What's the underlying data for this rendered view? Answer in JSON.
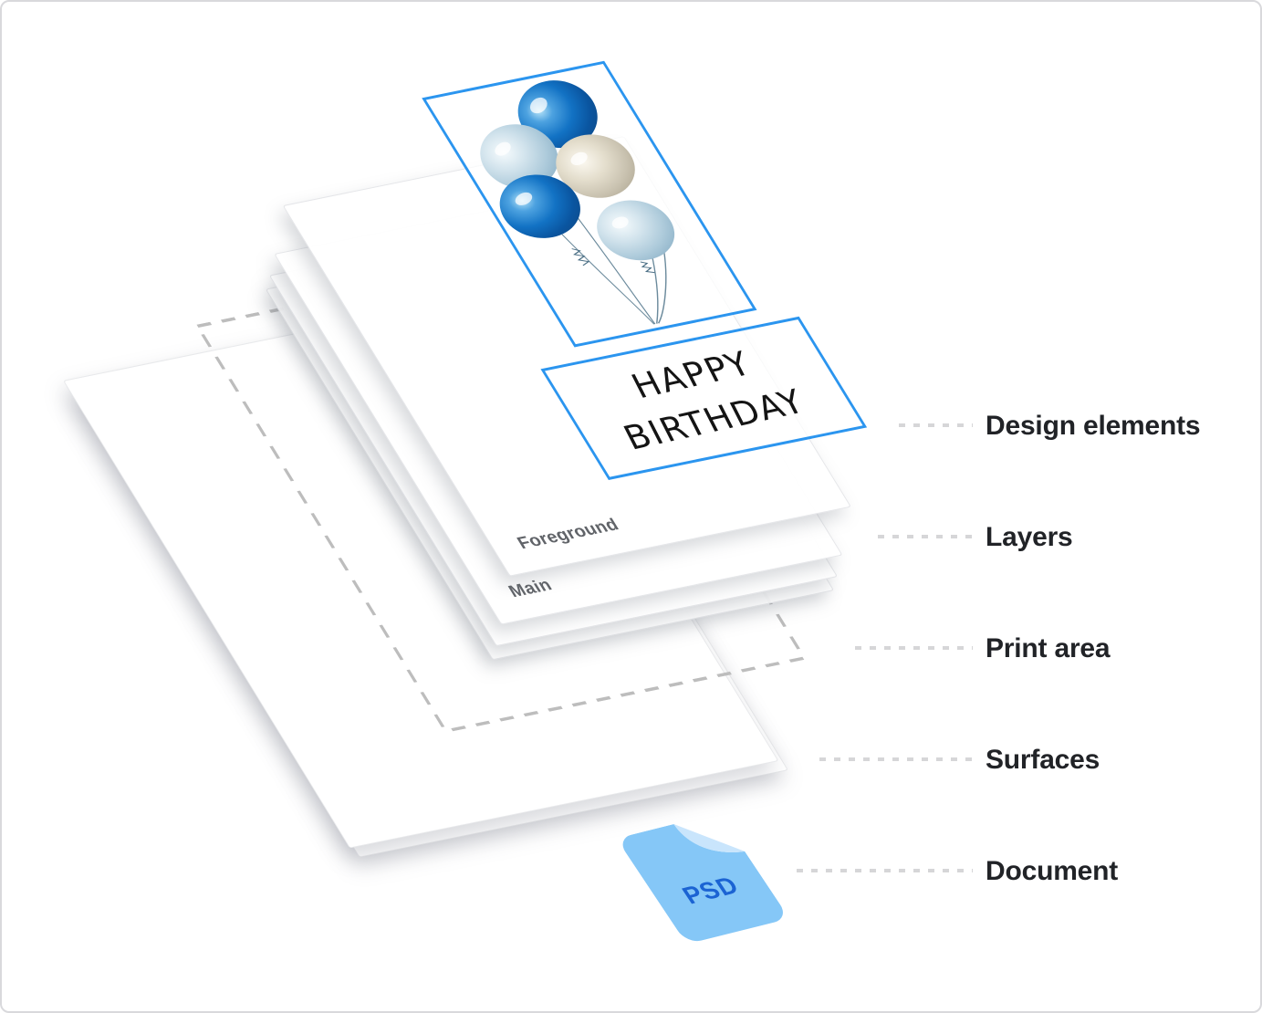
{
  "scene": {
    "card": {
      "line1": "HAPPY",
      "line2": "BIRTHDAY"
    },
    "layers": {
      "foreground": "Foreground",
      "main": "Main"
    },
    "psd_label": "PSD"
  },
  "annotations": {
    "design_elements": "Design elements",
    "layers": "Layers",
    "print_area": "Print area",
    "surfaces": "Surfaces",
    "document": "Document"
  },
  "colors": {
    "accent_blue_outline": "#2b95ef",
    "psd_body": "#85c7f7",
    "psd_fold": "#c9e5fc",
    "psd_text": "#1b63d3",
    "label_text": "#212327",
    "layer_label_text": "#616469",
    "connector_dash": "#d6d6d8",
    "print_area_dash": "#bdbdbd",
    "canvas_border": "#d9d9dc",
    "balloon_dark_blue": "#1b7fd4",
    "balloon_light_blue": "#b5cfdf",
    "balloon_pearl": "#cdc6b6"
  }
}
